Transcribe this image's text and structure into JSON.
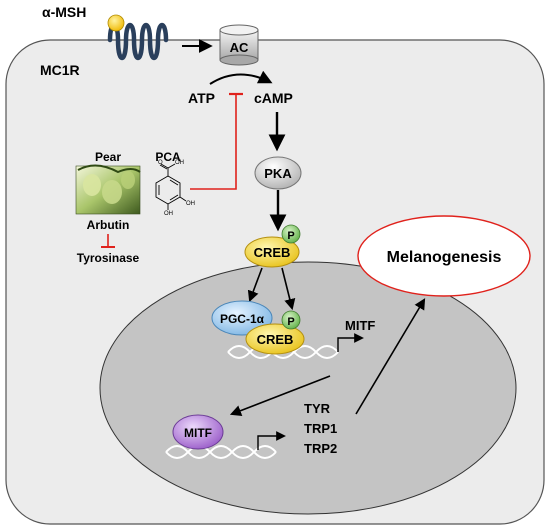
{
  "receptor": {
    "ligand": "α-MSH",
    "name": "MC1R"
  },
  "enzymes": {
    "ac": "AC",
    "pka": "PKA"
  },
  "metabolites": {
    "atp": "ATP",
    "camp": "cAMP"
  },
  "compounds": {
    "pear": "Pear",
    "pca": "PCA",
    "pca_oh_1": "OH",
    "pca_oh_2": "OH",
    "pca_oh_3": "OH",
    "pca_o": "O",
    "arbutin": "Arbutin",
    "tyrosinase": "Tyrosinase"
  },
  "transcription": {
    "creb_cytoplasm": "CREB",
    "creb_nucleus": "CREB",
    "phospho_1": "P",
    "phospho_2": "P",
    "pgc1a": "PGC-1α",
    "mitf_gene": "MITF",
    "mitf_protein": "MITF",
    "targets": [
      "TYR",
      "TRP1",
      "TRP2"
    ]
  },
  "outcome": {
    "label": "Melanogenesis"
  },
  "colors": {
    "cell_fill": "#ececec",
    "nucleus_fill": "#c4c4c4",
    "inhibition": "#e0221c",
    "creb_yellow": "#f7dc4a",
    "phospho_green": "#8fd07a",
    "pgc_blue": "#a9cfee",
    "mitf_purple": "#b07ad6",
    "melanogenesis_border": "#e0221c"
  }
}
